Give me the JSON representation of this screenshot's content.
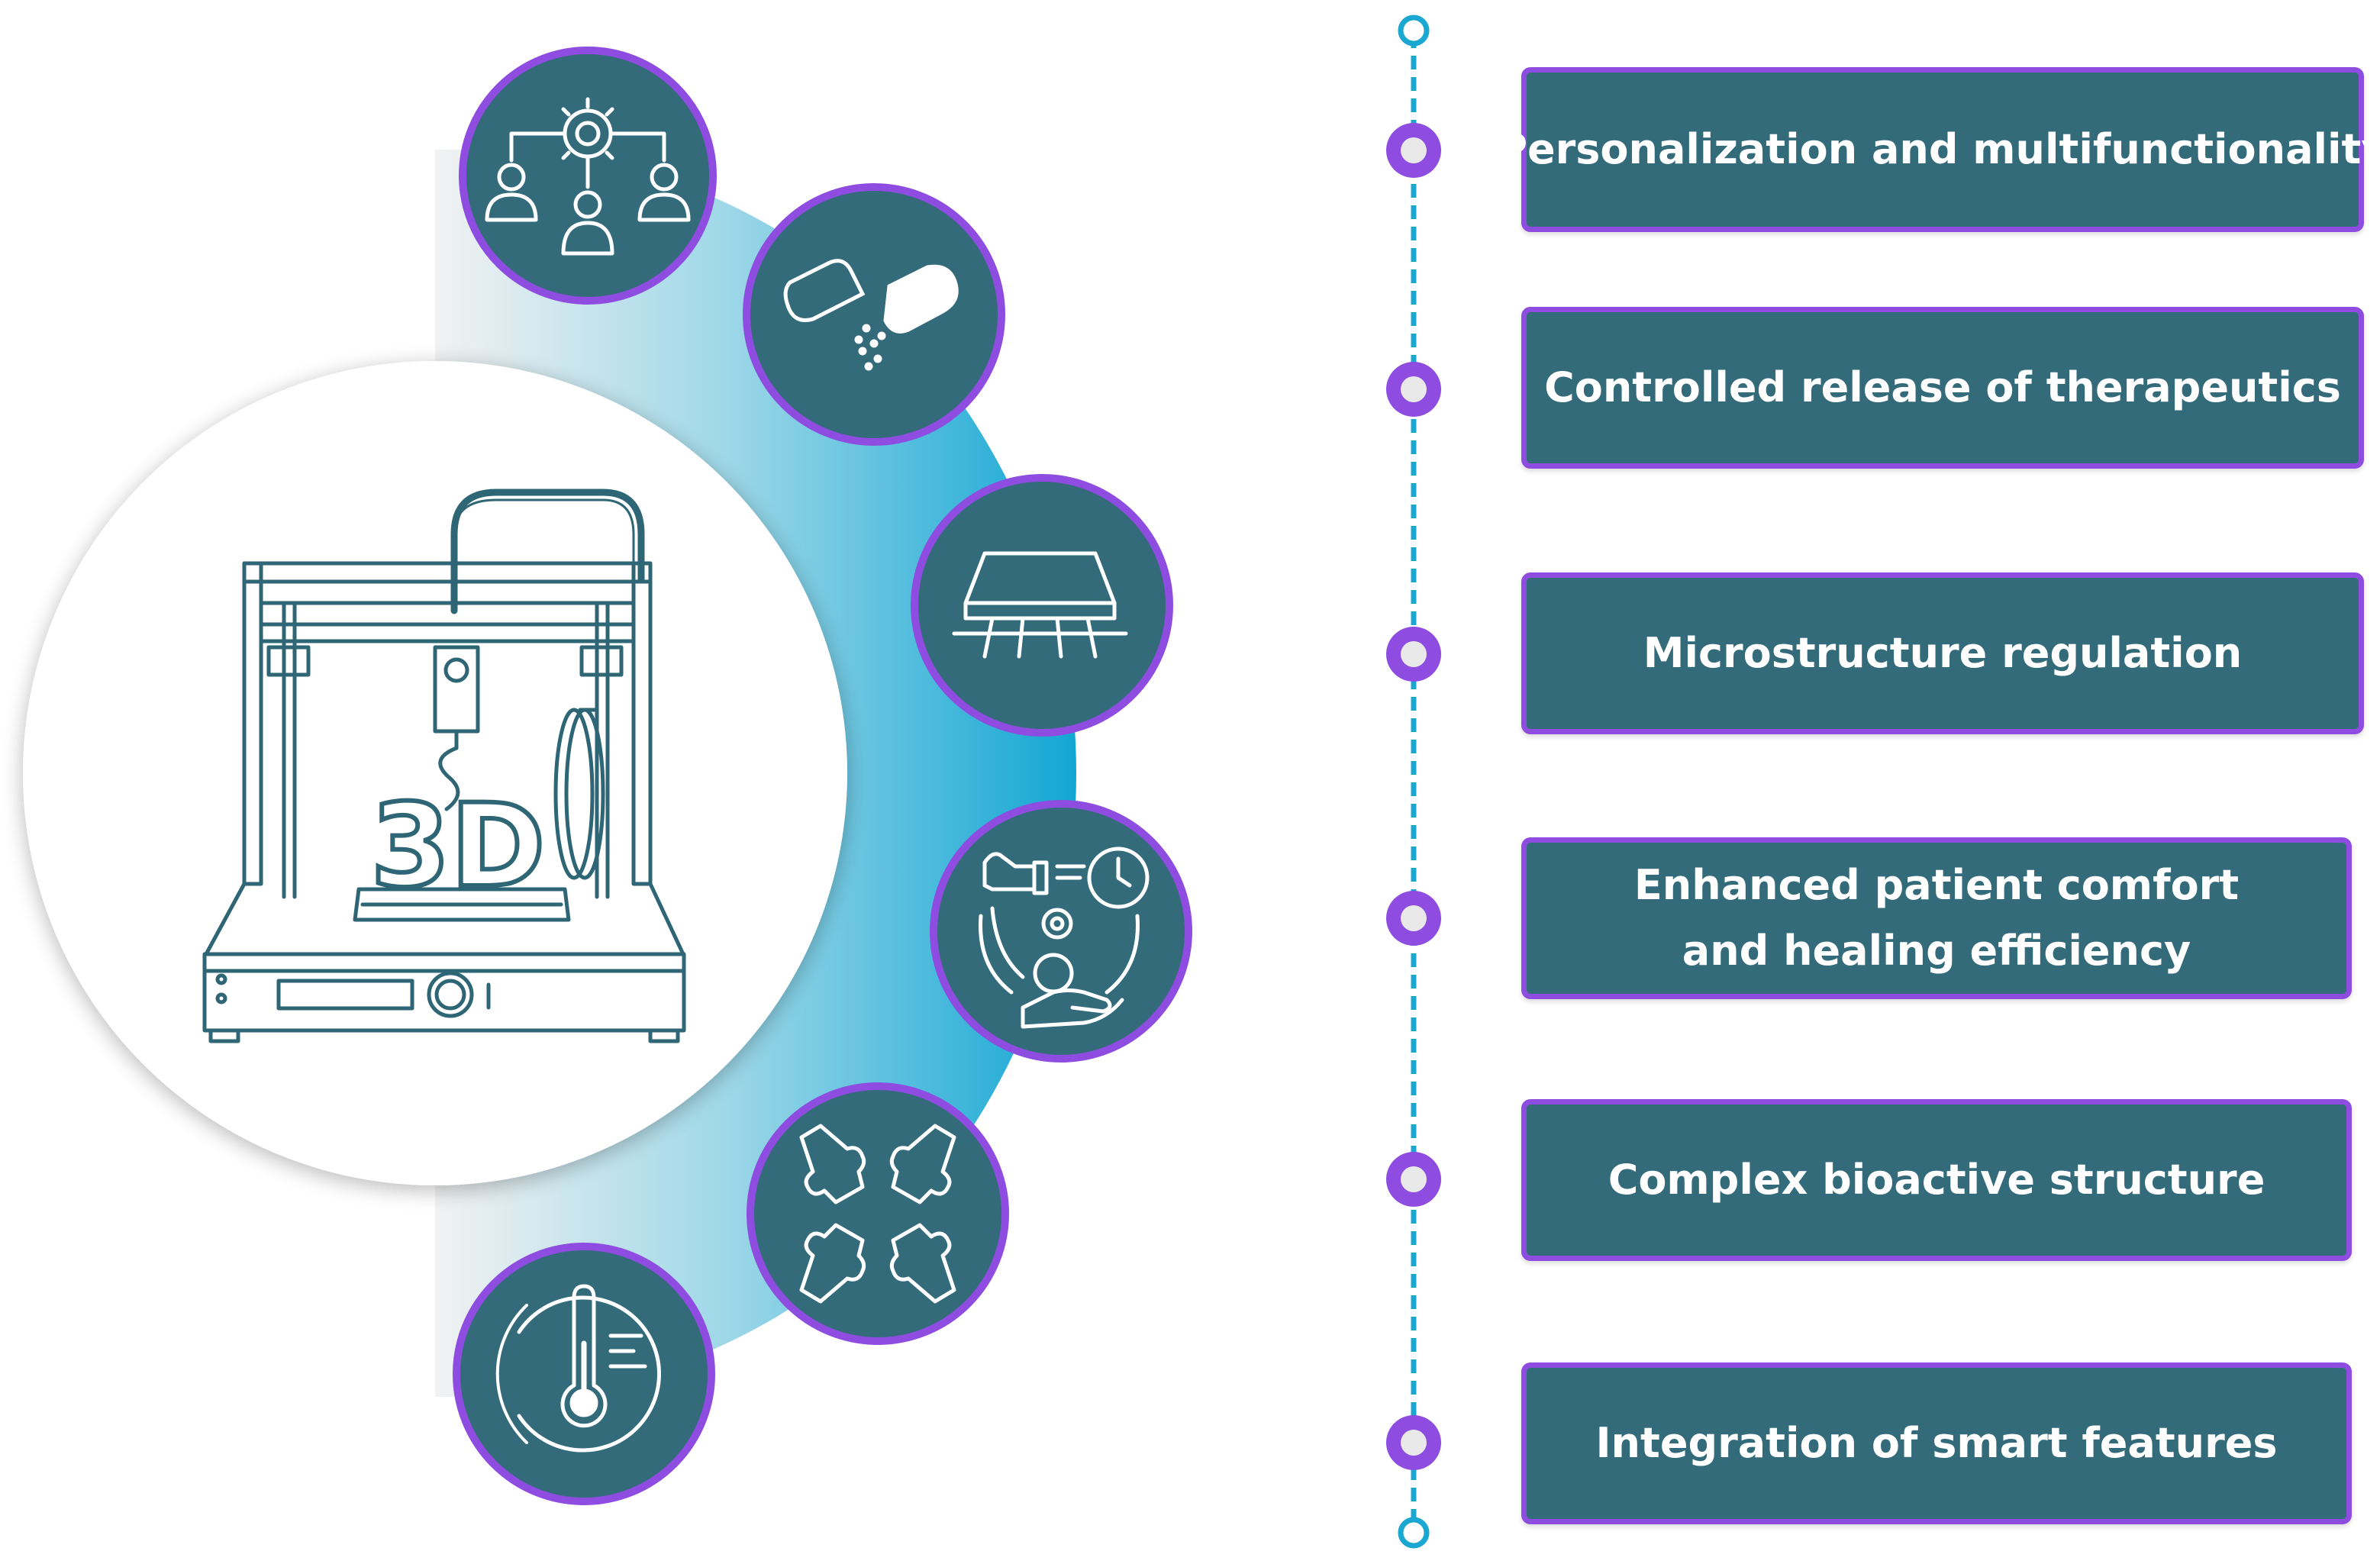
{
  "colors": {
    "teal_dark": "#336b7a",
    "purple": "#8e4de0",
    "cyan": "#1aa7d1",
    "icon_stroke": "#2f6675"
  },
  "center": {
    "printer_icon": "3d-printer-icon",
    "printer_label": "3D"
  },
  "feature_icons": [
    {
      "icon": "collaboration-network-icon"
    },
    {
      "icon": "capsule-release-icon"
    },
    {
      "icon": "mesh-structure-icon"
    },
    {
      "icon": "comfort-efficiency-icon"
    },
    {
      "icon": "puzzle-hands-icon"
    },
    {
      "icon": "thermometer-icon"
    }
  ],
  "features": [
    {
      "lines": [
        "Personalization and multifunctionality"
      ]
    },
    {
      "lines": [
        "Controlled release of therapeutics"
      ]
    },
    {
      "lines": [
        "Microstructure regulation"
      ]
    },
    {
      "lines": [
        "Enhanced patient comfort",
        "and healing efficiency"
      ]
    },
    {
      "lines": [
        "Complex bioactive structure"
      ]
    },
    {
      "lines": [
        "Integration of smart features"
      ]
    }
  ]
}
